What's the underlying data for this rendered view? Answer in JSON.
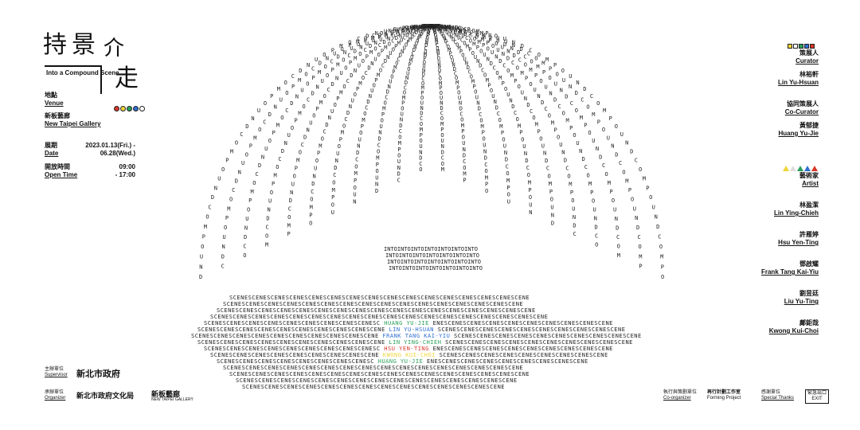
{
  "title": {
    "cjk_line1": "持景",
    "cjk_char3": "介",
    "cjk_char4": "走",
    "english": "Into a Compound Scene"
  },
  "venue": {
    "label_cjk": "地點",
    "label_en": "Venue",
    "name_cjk": "新板藝廊",
    "name_en": "New Taipei Gallery"
  },
  "date": {
    "label_cjk": "展期",
    "label_en": "Date",
    "start": "2023.01.13(Fri.) -",
    "end": "06.28(Wed.)"
  },
  "hours": {
    "label_cjk": "開放時間",
    "label_en": "Open Time",
    "start": "09:00",
    "end": "- 17:00"
  },
  "curator": {
    "label_cjk": "策展人",
    "label_en": "Curator",
    "name_cjk": "林裕軒",
    "name_en": "Lin Yu-Hsuan"
  },
  "co_curator": {
    "label_cjk": "協同策展人",
    "label_en": "Co-Curator",
    "name_cjk": "黃郁捷",
    "name_en": "Huang Yu-Jie"
  },
  "artists": {
    "label_cjk": "藝術家",
    "label_en": "Artist",
    "list": [
      {
        "cjk": "林盈潔",
        "en": "Lin Ying-Chieh"
      },
      {
        "cjk": "許雁婷",
        "en": "Hsu Yen-Ting"
      },
      {
        "cjk": "鄧啟耀",
        "en": "Frank Tang Kai-Yiu"
      },
      {
        "cjk": "劉昱廷",
        "en": "Liu Yu-Ting"
      },
      {
        "cjk": "鄺鉅哉",
        "en": "Kwong Kui-Choi"
      }
    ]
  },
  "footer": {
    "supervisor_cjk": "主辦單位",
    "supervisor_en": "Supervisor",
    "supervisor_logo": "新北市政府",
    "organizer_cjk": "承辦單位",
    "organizer_en": "Organizer",
    "organizer_logo": "新北市政府文化局",
    "gallery_logo": "新板藝廊",
    "gallery_logo_en": "NEW TAIPEI GALLERY",
    "coorg_cjk": "執行與策劃單位",
    "coorg_en": "Co-organizer",
    "project_cjk": "再行計劃工作室",
    "project_en": "Forming Project",
    "thanks_cjk": "感謝單位",
    "thanks_en": "Special Thanks",
    "exit_cjk": "緊急出口",
    "exit_en": "EXIT"
  },
  "artwork": {
    "word1": "COMPOUND",
    "word2": "SCENE",
    "word3": "INTO",
    "names": [
      "HUANG YU-JIE",
      "LIN YU-HSUAN",
      "FRANK TANG KAI-YIU",
      "LIN YING-CHIEH",
      "HSU YEN-TING",
      "KWONG KUI-CHOI"
    ]
  },
  "colors": {
    "red": "#d9372a",
    "yellow": "#f0d43a",
    "green": "#2aa05a",
    "blue": "#2f6fd0",
    "white": "#ffffff"
  }
}
